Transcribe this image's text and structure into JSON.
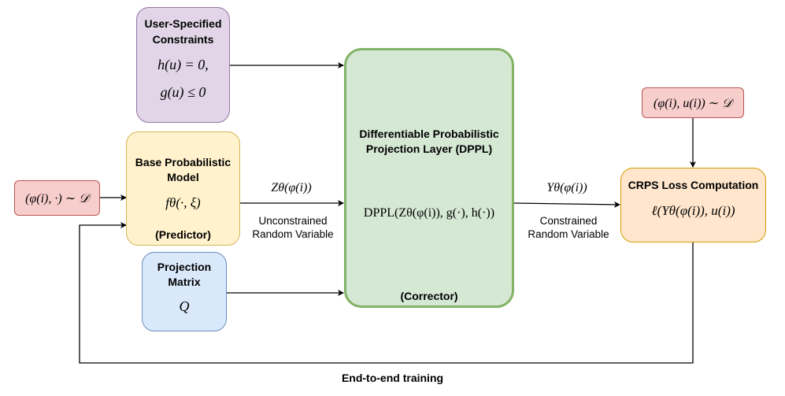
{
  "colors": {
    "purple_fill": "#e1d5e7",
    "purple_border": "#9673a6",
    "yellow_fill": "#fff2cc",
    "yellow_border": "#d6b656",
    "blue_fill": "#dae8fc",
    "blue_border": "#6c8ebf",
    "green_fill": "#d5e8d4",
    "green_border": "#82b366",
    "red_fill": "#f8cecc",
    "red_border": "#b85450",
    "orange_fill": "#ffe6cc",
    "orange_border": "#d79b00"
  },
  "constraints": {
    "title_line1": "User-Specified",
    "title_line2": "Constraints",
    "eq1": "h(u) = 0,",
    "eq2": "g(u) ≤ 0"
  },
  "base_model": {
    "title_line1": "Base Probabilistic",
    "title_line2": "Model",
    "formula": "fθ(·, ξ)",
    "role": "(Predictor)"
  },
  "projection_matrix": {
    "title_line1": "Projection",
    "title_line2": "Matrix",
    "symbol": "Q"
  },
  "dppl": {
    "title_line1": "Differentiable Probabilistic",
    "title_line2": "Projection Layer (DPPL)",
    "formula": "DPPL(Zθ(φ(i)), g(·), h(·))",
    "role": "(Corrector)"
  },
  "input_data": {
    "formula": "(φ(i), ·) ∼ 𝒟"
  },
  "target_data": {
    "formula": "(φ(i), u(i)) ∼ 𝒟"
  },
  "crps": {
    "title": "CRPS Loss Computation",
    "formula": "ℓ(Yθ(φ(i)), u(i))"
  },
  "edge_z": {
    "formula": "Zθ(φ(i))",
    "line1": "Unconstrained",
    "line2": "Random Variable"
  },
  "edge_y": {
    "formula": "Yθ(φ(i))",
    "line1": "Constrained",
    "line2": "Random Variable"
  },
  "footer": {
    "label": "End-to-end training"
  }
}
